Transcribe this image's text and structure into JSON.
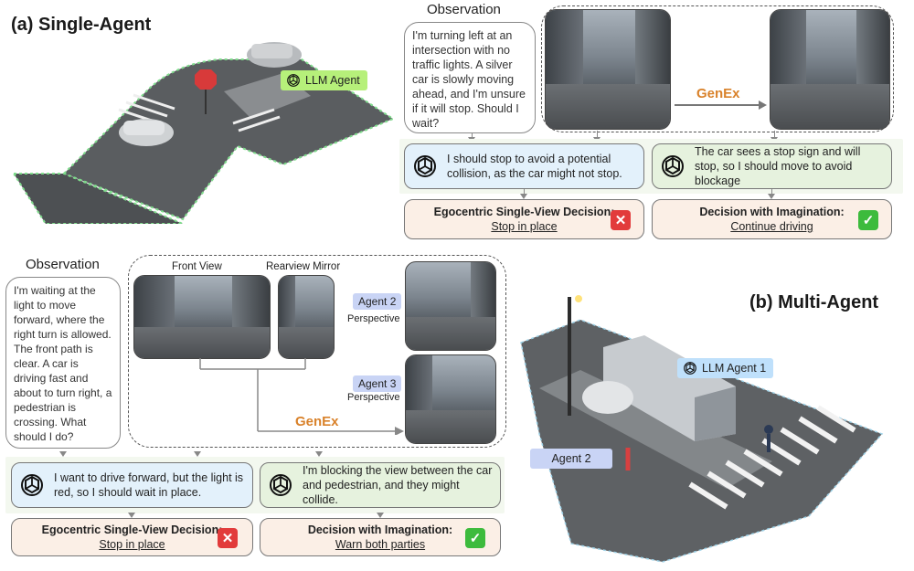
{
  "single_agent": {
    "title": "(a) Single-Agent",
    "llm_tag": "LLM Agent",
    "observation_title": "Observation",
    "observation_text": "I'm turning left at an intersection with no traffic lights. A silver car is slowly moving ahead, and I'm unsure if it will stop. Should I wait?",
    "genex_label": "GenEx",
    "reason_ego": "I should stop to avoid a potential collision, as the car might not stop.",
    "reason_imagine": "The car sees a stop sign and will stop, so I should move to avoid blockage",
    "decision_ego_title": "Egocentric Single-View Decision:",
    "decision_ego_value": "Stop in place",
    "decision_imagine_title": "Decision with Imagination:",
    "decision_imagine_value": "Continue driving"
  },
  "multi_agent": {
    "title": "(b) Multi-Agent",
    "observation_title": "Observation",
    "observation_text": "I'm waiting at the light to move forward, where the right turn is allowed. The front path is clear. A car is driving fast and about to turn right, a pedestrian is crossing. What should I do?",
    "front_view_label": "Front View",
    "rearview_label": "Rearview Mirror",
    "agent2_tag": "Agent 2",
    "agent2_persp": "Perspective",
    "agent3_tag": "Agent 3",
    "agent3_persp": "Perspective",
    "genex_label": "GenEx",
    "reason_ego": "I want to drive forward, but the light is red, so I should wait in place.",
    "reason_imagine": "I'm blocking the view between the car and pedestrian, and they might collide.",
    "decision_ego_title": "Egocentric Single-View Decision:",
    "decision_ego_value": "Stop in place",
    "decision_imagine_title": "Decision with Imagination:",
    "decision_imagine_value": "Warn both parties",
    "llm_tag": "LLM Agent 1",
    "agent2_scene_tag": "Agent 2"
  },
  "colors": {
    "genex": "#d9822b",
    "reason_blue": "#e3f1fb",
    "reason_green": "#e6f2de",
    "decision_bg": "#fbefe6",
    "wrong": "#e23b3b",
    "right": "#3dbb3d",
    "llm_tag_green": "#b6f07a",
    "llm_tag_blue": "#bfe0fb",
    "agent_tag": "#c9d4f5"
  },
  "icons": {
    "gpt": "openai-logo-icon",
    "wrong": "cross-icon",
    "right": "check-icon"
  }
}
